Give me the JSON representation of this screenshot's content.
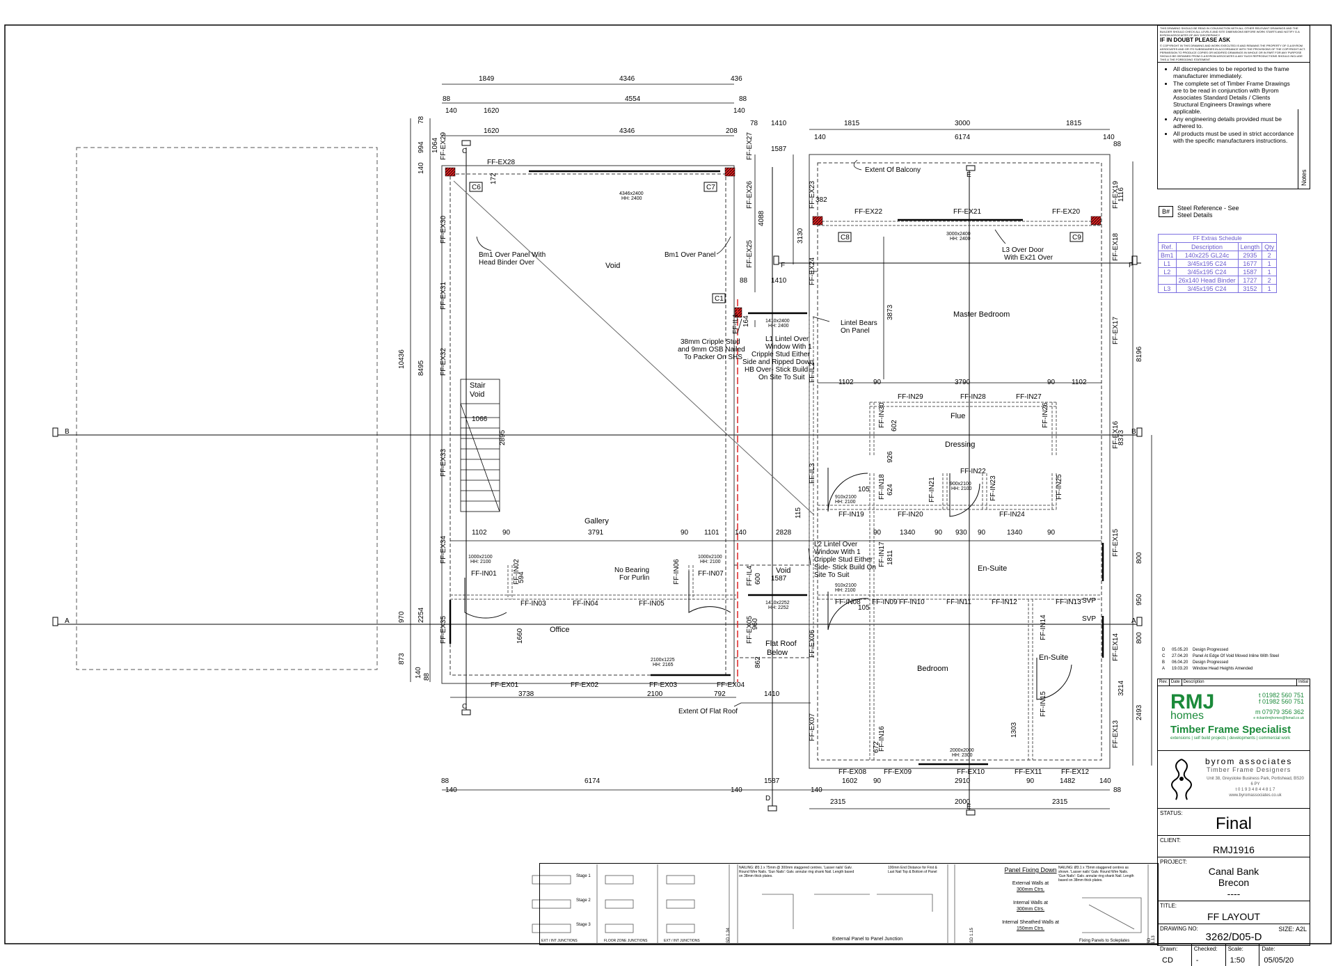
{
  "header_notes": {
    "small_text": "THIS DRAWING SHOULD BE READ IN CONJUNCTION WITH ALL OTHER RELEVANT DRAWINGS AND THE BUILDER SHOULD CHECK ALL LEVELS AND SITE DIMENSIONS BEFORE WORK STARTS AND NOTIFY G.A BYROM ASSOCIATES OF ANY DISCREPANCY",
    "warning": "IF IN DOUBT PLEASE ASK",
    "copyright": "© COPYRIGHT IN THIS DRAWING AND WORK EXECUTED IS AND REMAINS THE PROPERTY OF G.A BYROM ASSOCIATES AND OR ITS SUBSIDIARIES IN ACCORDANCE WITH THE PROVISIONS OF THE COPYRIGHT ACT. PERMISSION TO PRODUCE COPIES OR MODIFIED DRAWINGS IN WHOLE OR IN PART FOR ANY PURPOSE SHOULD BE OBTAINED FROM G.A BYROM ASSOCIATES & ANY SUCH REPRODUCTIONS SHOULD INCLUDE THIS & THE FOREGOING STATEMENT",
    "items": [
      "All discrepancies to be reported to the frame manufacturer immediately.",
      "The complete set of Timber Frame Drawings are to be read in conjunction with Byrom Associates Standard Details / Clients Structural Engineers Drawings where applicable.",
      "Any engineering details provided must be adhered to.",
      "All products must be used in strict accordance with the specific manufacturers instructions."
    ],
    "tab": "Notes"
  },
  "steel_ref": {
    "symbol": "B#",
    "text": "Steel Reference - See Steel Details"
  },
  "extras_schedule": {
    "title": "FF Extras Schedule",
    "headers": [
      "Ref.",
      "Description",
      "Length",
      "Qty"
    ],
    "rows": [
      [
        "Bm1",
        "140x225 GL24c",
        "2935",
        "2"
      ],
      [
        "L1",
        "3/45x195 C24",
        "1677",
        "1"
      ],
      [
        "L2",
        "3/45x195 C24",
        "1587",
        "1"
      ],
      [
        "",
        "26x140 Head Binder",
        "1727",
        "2"
      ],
      [
        "L3",
        "3/45x195 C24",
        "3152",
        "1"
      ]
    ]
  },
  "revisions": [
    [
      "D",
      "05.05.20",
      "Design Progressed"
    ],
    [
      "C",
      "27.04.20",
      "Panel At Edge Of Void Moved Inline With Steel"
    ],
    [
      "B",
      "06.04.20",
      "Design Progressed"
    ],
    [
      "A",
      "19.03.20",
      "Window Head Heights Amended"
    ]
  ],
  "rev_headers": [
    "Rev.",
    "Date",
    "Description",
    "Initial"
  ],
  "rmj": {
    "logo_line1": "RMJ",
    "logo_line2": "homes",
    "phone1": "t 01982 560 751",
    "phone2": "f 01982 560 751",
    "mobile": "m 07979 356 362",
    "email": "e rickardrmjhomes@fsmail.co.uk",
    "specialist": "Timber Frame Specialist",
    "tags": "extensions  | self build projects  |  developments  |  commercial work"
  },
  "byrom": {
    "name": "byrom associates",
    "sub": "Timber Frame Designers",
    "address": "Unit 38, Greystoke Business Park, Portishead, BS20 6 PY",
    "phone": "t 0 1 9 3 4  8 4 4 8 1 7",
    "web": "www.byromassociates.co.uk"
  },
  "title_block": {
    "status_label": "STATUS:",
    "status": "Final",
    "client_label": "CLIENT:",
    "client": "RMJ1916",
    "project_label": "PROJECT:",
    "project_line1": "Canal Bank",
    "project_line2": "Brecon",
    "project_line3": "----",
    "title_label": "TITLE:",
    "title": "FF LAYOUT",
    "drawing_label": "DRAWING NO:",
    "drawing_no": "3262/D05-D",
    "size": "SIZE: A2L",
    "drawn_label": "Drawn:",
    "drawn": "CD",
    "checked_label": "Checked:",
    "checked": "-",
    "scale_label": "Scale:",
    "scale": "1:50",
    "date_label": "Date:",
    "date": "05/05/20"
  },
  "details": {
    "junctions": [
      "EXT / INT JUNCTIONS",
      "FLOOR ZONE JUNCTIONS",
      "EXT / INT JUNCTIONS"
    ],
    "stages": [
      "Stage 1",
      "Stage 2",
      "Stage 3"
    ],
    "sd134": "SD 1.34",
    "sd115": "SD 1.15",
    "sd113": "SD 1.13",
    "nailing1": "NAILING: Ø3.1 x 75mm @ 300mm staggered centres. 'Lasser nails' Galv. Round Wire Nails. 'Gun Nails': Galv. annular ring shank Nail. Length based on 38mm thick plates.",
    "nailing2": "100mm End Distance for First & Last Nail Top & Bottom of Panel",
    "ext_junction": "External Panel to Panel Junction",
    "fixing_title": "Panel Fixing Down",
    "fixing_ext": "External Walls at",
    "fixing_ext_v": "300mm Ctrs.",
    "fixing_int": "Internal Walls at",
    "fixing_int_v": "300mm Ctrs.",
    "fixing_sheath": "Internal Sheathed Walls at",
    "fixing_sheath_v": "150mm Ctrs.",
    "nailing3": "NAILING: Ø3.1 x 75mm staggered centres as shown. 'Lasser nails' Galv. Round Wire Nails. 'Gun Nails': Galv. annular ring shank Nail. Length based on 38mm thick plates.",
    "soleplate": "Fixing Panels to Soleplates"
  },
  "plan": {
    "grid": {
      "A": "A",
      "B": "B",
      "C": "C",
      "D": "D",
      "E": "E",
      "F": "F"
    },
    "rooms": {
      "void": "Void",
      "master": "Master Bedroom",
      "dressing": "Dressing",
      "flue": "Flue",
      "gallery": "Gallery",
      "office": "Office",
      "ensuite1": "En-Suite",
      "ensuite2": "En-Suite",
      "bedroom": "Bedroom",
      "void2": "Void",
      "flatroof1": "Flat Roof",
      "flatroof2": "Below",
      "stair1": "Stair",
      "stair2": "Void"
    },
    "annotations": {
      "balcony": "Extent Of Balcony",
      "flat_roof_extent": "Extent Of Flat Roof",
      "bm1_a1": "Bm1 Over Panel With",
      "bm1_a2": "Head Binder Over",
      "bm1_b": "Bm1 Over Panel",
      "l3_1": "L3 Over Door",
      "l3_2": "With Ex21 Over",
      "lintel_1": "Lintel Bears",
      "lintel_2": "On Panel",
      "l1_1": "L1 Lintel Over",
      "l1_2": "Window With 1",
      "l1_3": "Cripple Stud Either",
      "l1_4": "Side and Ripped Down",
      "l1_5": "HB Over- Stick Build",
      "l1_6": "On Site To Suit",
      "cripple_1": "38mm Cripple Stud",
      "cripple_2": "and 9mm OSB Nailed",
      "cripple_3": "To Packer On SHS",
      "l2_1": "L2 Lintel Over",
      "l2_2": "Window With 1",
      "l2_3": "Cripple Stud Either",
      "l2_4": "Side- Stick Build On",
      "l2_5": "Site To Suit",
      "purlin_1": "No Bearing",
      "purlin_2": "For Purlin",
      "svp1": "SVP",
      "svp2": "SVP"
    },
    "columns": {
      "c1": "C1",
      "c6": "C6",
      "c7": "C7",
      "c8": "C8",
      "c9": "C9"
    },
    "openings": {
      "o1": "4346x2400",
      "o1h": "HH: 2400",
      "o2": "3000x2400",
      "o2h": "HH: 2400",
      "o3": "1410x2400",
      "o3h": "HH: 2400",
      "o4": "910x2100",
      "o4h": "HH: 2100",
      "o5": "900x2100",
      "o5h": "HH: 2100",
      "o6": "1000x2100",
      "o6h": "HH: 2100",
      "o7": "1000x2100",
      "o7h": "HH: 2100",
      "o8": "910x2100",
      "o8h": "HH: 2100",
      "o9": "1410x2252",
      "o9h": "HH: 2252",
      "o10": "2100x1225",
      "o10h": "HH: 2165",
      "o11": "2000x2000",
      "o11h": "HH: 2300"
    },
    "panels": {
      "ex01": "FF-EX01",
      "ex02": "FF-EX02",
      "ex03": "FF-EX03",
      "ex04": "FF-EX04",
      "ex05": "FF-EX05",
      "ex06": "FF-EX06",
      "ex07": "FF-EX07",
      "ex08": "FF-EX08",
      "ex09": "FF-EX09",
      "ex10": "FF-EX10",
      "ex11": "FF-EX11",
      "ex12": "FF-EX12",
      "ex13": "FF-EX13",
      "ex14": "FF-EX14",
      "ex15": "FF-EX15",
      "ex16": "FF-EX16",
      "ex17": "FF-EX17",
      "ex18": "FF-EX18",
      "ex19": "FF-EX19",
      "ex20": "FF-EX20",
      "ex21": "FF-EX21",
      "ex22": "FF-EX22",
      "ex23": "FF-EX23",
      "ex24": "FF-EX24",
      "ex25": "FF-EX25",
      "ex26": "FF-EX26",
      "ex27": "FF-EX27",
      "ex28": "FF-EX28",
      "ex29": "FF-EX29",
      "ex30": "FF-EX30",
      "ex31": "FF-EX31",
      "ex32": "FF-EX32",
      "ex33": "FF-EX33",
      "ex34": "FF-EX34",
      "ex35": "FF-EX35",
      "in01": "FF-IN01",
      "in02": "FF-IN02",
      "in03": "FF-IN03",
      "in04": "FF-IN04",
      "in05": "FF-IN05",
      "in06": "FF-IN06",
      "in07": "FF-IN07",
      "in08": "FF-IN08",
      "in09": "FF-IN09",
      "in10": "FF-IN10",
      "in11": "FF-IN11",
      "in12": "FF-IN12",
      "in13": "FF-IN13",
      "in14": "FF-IN14",
      "in15": "FF-IN15",
      "in16": "FF-IN16",
      "in17": "FF-IN17",
      "in18": "FF-IN18",
      "in19": "FF-IN19",
      "in20": "FF-IN20",
      "in21": "FF-IN21",
      "in22": "FF-IN22",
      "in23": "FF-IN23",
      "in24": "FF-IN24",
      "in25": "FF-IN25",
      "in26": "FF-IN26",
      "in27": "FF-IN27",
      "in28": "FF-IN28",
      "in29": "FF-IN29",
      "in30": "FF-IN30",
      "il1": "FF-IL1",
      "il2": "FF-IL2",
      "il3": "FF-IL3",
      "il4": "FF-IL4"
    },
    "dims": {
      "d1849": "1849",
      "d4346a": "4346",
      "d436": "436",
      "d88a": "88",
      "d4554": "4554",
      "d88b": "88",
      "d140a": "140",
      "d1620a": "1620",
      "d140b": "140",
      "d1620b": "1620",
      "d4346b": "4346",
      "d208": "208",
      "d78a": "78",
      "d1410a": "1410",
      "d1815a": "1815",
      "d3000": "3000",
      "d1815b": "1815",
      "d1587a": "1587",
      "d140c": "140",
      "d6174a": "6174",
      "d140d": "140",
      "d88c": "88",
      "d1102a": "1102",
      "d90a": "90",
      "d3790": "3790",
      "d90b": "90",
      "d1102b": "1102",
      "d1066": "1066",
      "d2895": "2895",
      "d1102c": "1102",
      "d90c": "90",
      "d3791": "3791",
      "d90d": "90",
      "d1101": "1101",
      "d140e": "140",
      "d2828": "2828",
      "d90e": "90",
      "d1340a": "1340",
      "d90f": "90",
      "d930": "930",
      "d90g": "90",
      "d1340b": "1340",
      "d90h": "90",
      "d3738": "3738",
      "d2100": "2100",
      "d792": "792",
      "d1410b": "1410",
      "d88d": "88",
      "d6174b": "6174",
      "d140f": "140",
      "d1587b": "1587",
      "d140g": "140",
      "d1602": "1602",
      "d90i": "90",
      "d2910": "2910",
      "d90j": "90",
      "d1482": "1482",
      "d140h": "140",
      "d88e": "88",
      "d2315a": "2315",
      "d2000": "2000",
      "d2315b": "2315",
      "v10436": "10436",
      "v8495": "8495",
      "v994": "994",
      "v1064": "1064",
      "v140a": "140",
      "v78": "78",
      "v970": "970",
      "v2254": "2254",
      "v873": "873",
      "v140b": "140",
      "v88": "88",
      "v4088": "4088",
      "v3130": "3130",
      "v3873": "3873",
      "v8196": "8196",
      "v1116": "1116",
      "v8373": "8373",
      "v800a": "800",
      "v950": "950",
      "v800b": "800",
      "v3214": "3214",
      "v2493": "2493",
      "v602": "602",
      "v926": "926",
      "v624": "624",
      "v1811": "1811",
      "v1303": "1303",
      "v672": "672",
      "v1660": "1660",
      "v594": "594",
      "v600": "600",
      "v960": "960",
      "v862": "862",
      "v164": "164",
      "v382": "382",
      "v172": "172",
      "v115": "115",
      "h88": "88",
      "h1410": "1410",
      "h1587": "1587",
      "h105a": "105",
      "h105b": "105"
    }
  }
}
